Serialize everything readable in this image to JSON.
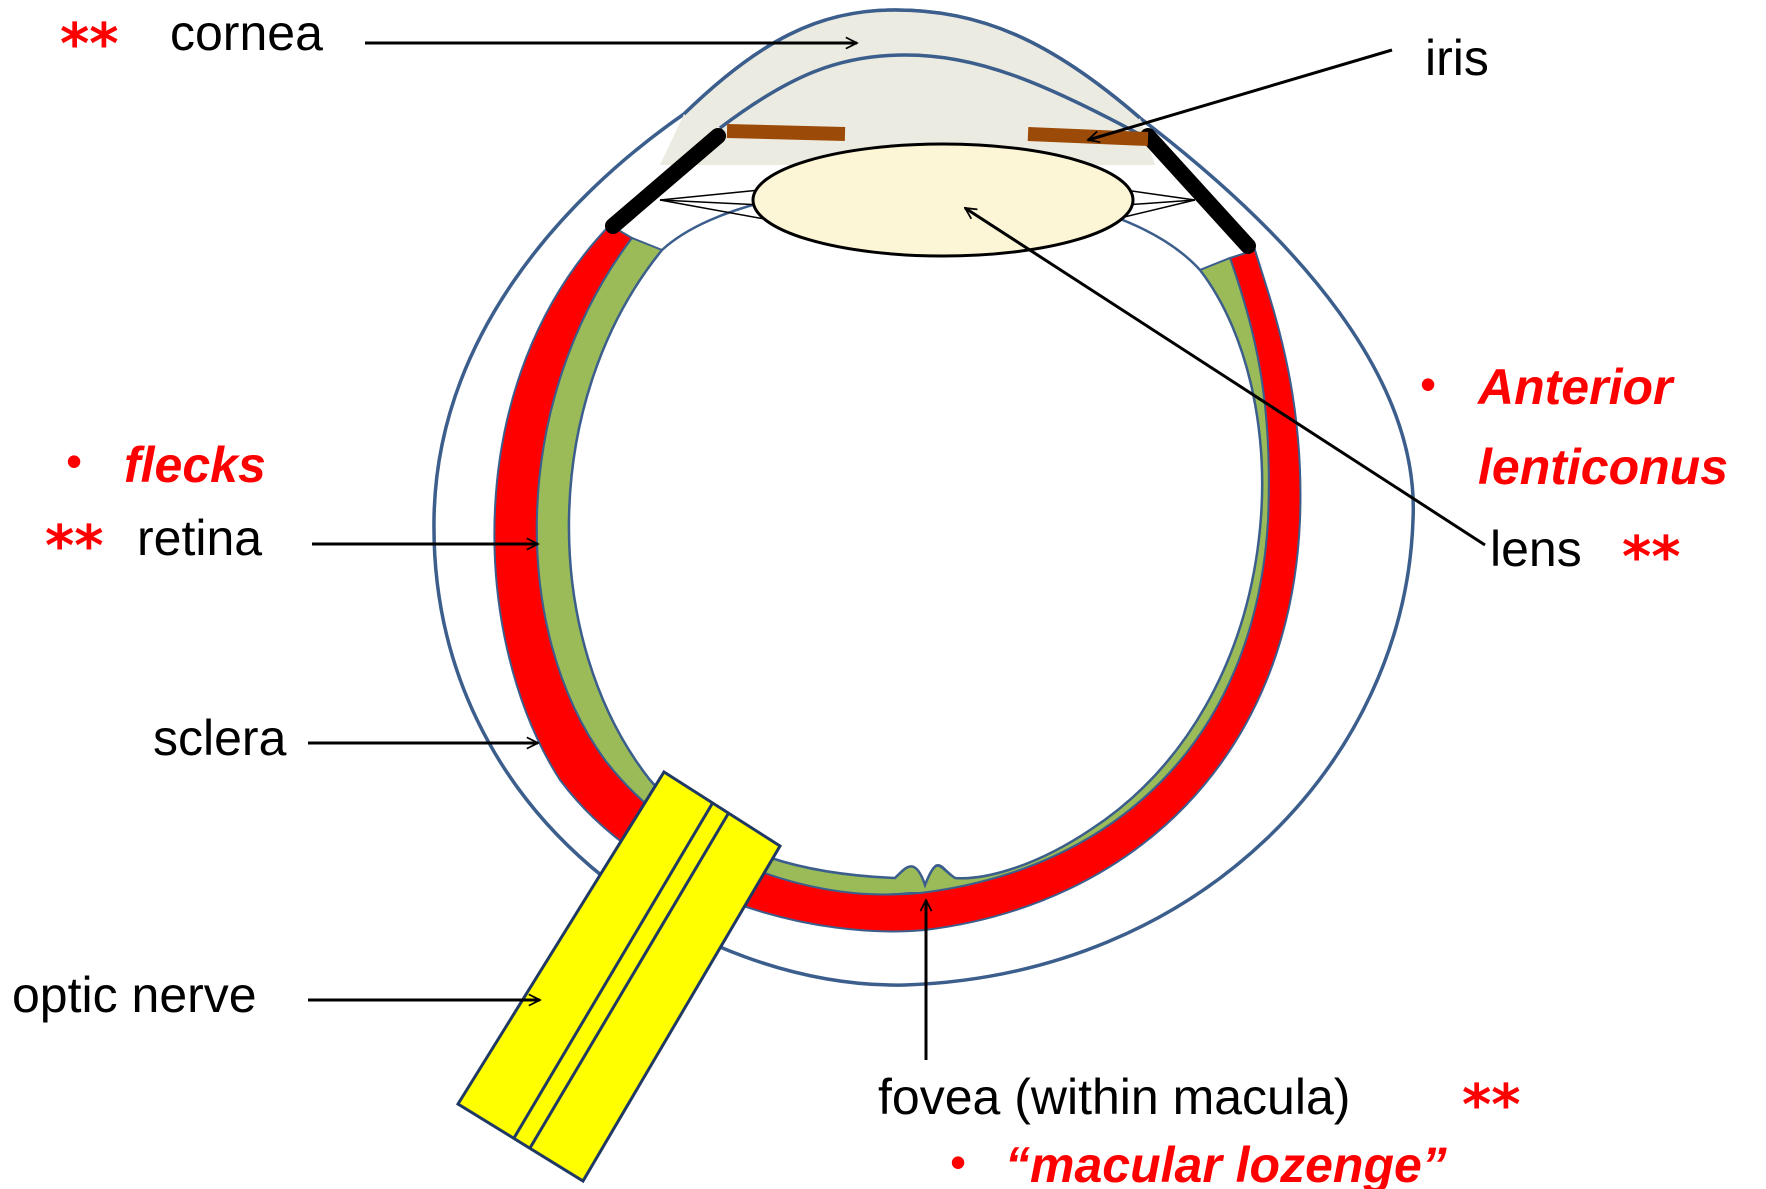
{
  "labels": {
    "cornea": "cornea",
    "iris": "iris",
    "retina": "retina",
    "sclera": "sclera",
    "optic_nerve": "optic nerve",
    "lens": "lens",
    "fovea": "fovea (within macula)"
  },
  "findings": {
    "flecks": "flecks",
    "anterior_lenticonus_line1": "Anterior",
    "anterior_lenticonus_line2": "lenticonus",
    "macular_lozenge": "“macular lozenge”"
  },
  "markers": {
    "asterisks": "**",
    "bullet": "•"
  },
  "colors": {
    "sclera_outline": "#3b5e8c",
    "cornea_fill": "#ecebe1",
    "choroid_red": "#ff0000",
    "retina_green": "#9bbb59",
    "iris_brown": "#9c4a08",
    "lens_fill": "#fdf6d6",
    "optic_nerve_yellow": "#ffff00",
    "finding_text_red": "#ff0000"
  }
}
